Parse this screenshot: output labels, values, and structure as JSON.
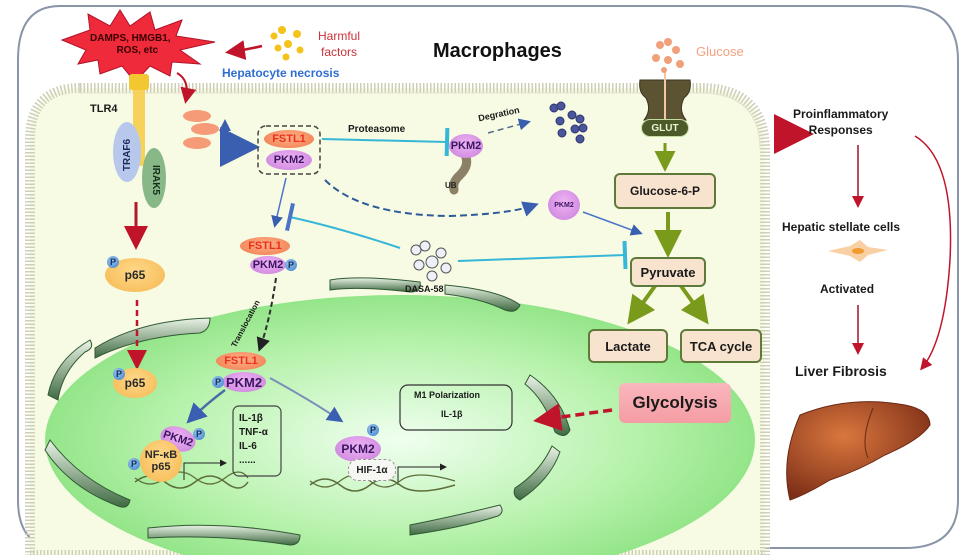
{
  "title": "Macrophages",
  "extracellular": {
    "damps_label_line1": "DAMPS, HMGB1,",
    "damps_label_line2": "ROS, etc",
    "harmful_line1": "Harmful",
    "harmful_line2": "factors",
    "hepatocyte_necrosis": "Hepatocyte necrosis",
    "glucose": "Glucose"
  },
  "receptors": {
    "tlr4": "TLR4",
    "traf6": "TRAF6",
    "irak5": "IRAK5",
    "glut": "GLUT"
  },
  "cytoplasm": {
    "complex_fstl1": "FSTL1",
    "complex_pkm2": "PKM2",
    "proteasome": "Proteasome",
    "degradation": "Degration",
    "pkm2_ub": "PKM2",
    "ub": "UB",
    "pkm2_tetramer": "PKM2",
    "dasa": "DASA-58",
    "p_fstl1": "FSTL1",
    "p_pkm2": "PKM2",
    "phospho": "P",
    "p65": "p65",
    "translocation": "Translocation"
  },
  "metabolism": {
    "glucose6p": "Glucose-6-P",
    "pyruvate": "Pyruvate",
    "lactate": "Lactate",
    "tca": "TCA cycle",
    "glycolysis": "Glycolysis"
  },
  "nucleus": {
    "p65": "p65",
    "fstl1": "FSTL1",
    "pkm2": "PKM2",
    "pkm2_nfkb": "PKM2",
    "nfkb_line1": "NF-κB",
    "nfkb_line2": "p65",
    "cytokines": [
      "IL-1β",
      "TNF-α",
      "IL-6",
      "......"
    ],
    "pkm2_hif": "PKM2",
    "hif": "HIF-1α",
    "m1_title": "M1 Polarization",
    "m1_il": "IL-1β"
  },
  "outcome": {
    "proinflammatory_line1": "Proinflammatory",
    "proinflammatory_line2": "Responses",
    "hsc": "Hepatic stellate cells",
    "activated": "Activated",
    "liver_fibrosis": "Liver Fibrosis"
  },
  "colors": {
    "cell_fill": "#f7fbe3",
    "nucleus_fill": "#a8ee9c",
    "inhibit_line": "#36b6d8",
    "red_arrow": "#c0142a",
    "green_arrow": "#7a9a1c",
    "blue_arrow": "#4a74c8"
  }
}
